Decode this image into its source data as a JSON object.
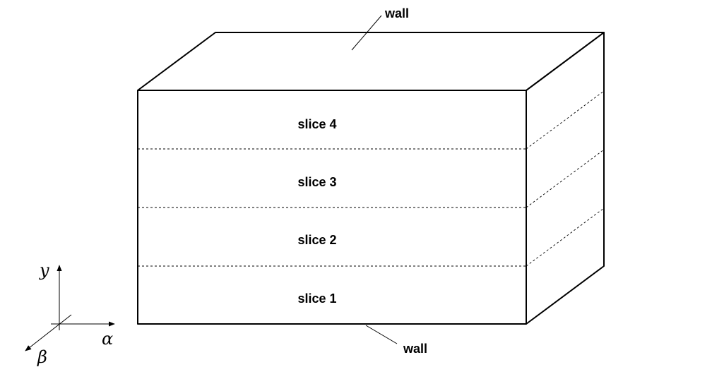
{
  "labels": {
    "wall_top": "wall",
    "wall_bottom": "wall",
    "slices": [
      "slice 4",
      "slice 3",
      "slice 2",
      "slice 1"
    ]
  },
  "axes": {
    "y": "y",
    "alpha": "α",
    "beta": "β"
  }
}
